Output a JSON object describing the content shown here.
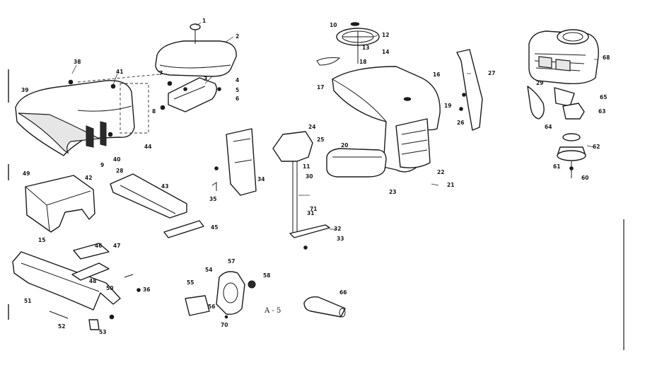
{
  "sheet_label": "A - 5",
  "callouts": [
    {
      "id": "c1",
      "text": "1"
    },
    {
      "id": "c2",
      "text": "2"
    },
    {
      "id": "c3",
      "text": "3"
    },
    {
      "id": "c4",
      "text": "4"
    },
    {
      "id": "c5",
      "text": "5"
    },
    {
      "id": "c6",
      "text": "6"
    },
    {
      "id": "c7",
      "text": "7"
    },
    {
      "id": "c8",
      "text": "8"
    },
    {
      "id": "c9",
      "text": "9"
    },
    {
      "id": "c10",
      "text": "10"
    },
    {
      "id": "c11",
      "text": "11"
    },
    {
      "id": "c12",
      "text": "12"
    },
    {
      "id": "c13",
      "text": "13"
    },
    {
      "id": "c14",
      "text": "14"
    },
    {
      "id": "c15",
      "text": "15"
    },
    {
      "id": "c16",
      "text": "16"
    },
    {
      "id": "c17",
      "text": "17"
    },
    {
      "id": "c18",
      "text": "18"
    },
    {
      "id": "c19",
      "text": "19"
    },
    {
      "id": "c20",
      "text": "20"
    },
    {
      "id": "c21",
      "text": "21"
    },
    {
      "id": "c22",
      "text": "22"
    },
    {
      "id": "c23",
      "text": "23"
    },
    {
      "id": "c24",
      "text": "24"
    },
    {
      "id": "c25",
      "text": "25"
    },
    {
      "id": "c26",
      "text": "26"
    },
    {
      "id": "c27",
      "text": "27"
    },
    {
      "id": "c28",
      "text": "28"
    },
    {
      "id": "c29",
      "text": "29"
    },
    {
      "id": "c30",
      "text": "30"
    },
    {
      "id": "c31",
      "text": "31"
    },
    {
      "id": "c32",
      "text": "32"
    },
    {
      "id": "c33",
      "text": "33"
    },
    {
      "id": "c34",
      "text": "34"
    },
    {
      "id": "c35",
      "text": "35"
    },
    {
      "id": "c36",
      "text": "36"
    },
    {
      "id": "c38",
      "text": "38"
    },
    {
      "id": "c39",
      "text": "39"
    },
    {
      "id": "c40",
      "text": "40"
    },
    {
      "id": "c41",
      "text": "41"
    },
    {
      "id": "c42",
      "text": "42"
    },
    {
      "id": "c43",
      "text": "43"
    },
    {
      "id": "c44",
      "text": "44"
    },
    {
      "id": "c45",
      "text": "45"
    },
    {
      "id": "c46",
      "text": "46"
    },
    {
      "id": "c47",
      "text": "47"
    },
    {
      "id": "c48",
      "text": "48"
    },
    {
      "id": "c49",
      "text": "49"
    },
    {
      "id": "c50",
      "text": "50"
    },
    {
      "id": "c51",
      "text": "51"
    },
    {
      "id": "c52",
      "text": "52"
    },
    {
      "id": "c53",
      "text": "53"
    },
    {
      "id": "c54",
      "text": "54"
    },
    {
      "id": "c55",
      "text": "55"
    },
    {
      "id": "c56",
      "text": "56"
    },
    {
      "id": "c57",
      "text": "57"
    },
    {
      "id": "c58",
      "text": "58"
    },
    {
      "id": "c60",
      "text": "60"
    },
    {
      "id": "c61",
      "text": "61"
    },
    {
      "id": "c62",
      "text": "62"
    },
    {
      "id": "c63",
      "text": "63"
    },
    {
      "id": "c64",
      "text": "64"
    },
    {
      "id": "c65",
      "text": "65"
    },
    {
      "id": "c66",
      "text": "66"
    },
    {
      "id": "c68",
      "text": "68"
    },
    {
      "id": "c70",
      "text": "70"
    },
    {
      "id": "c71",
      "text": "71"
    }
  ]
}
